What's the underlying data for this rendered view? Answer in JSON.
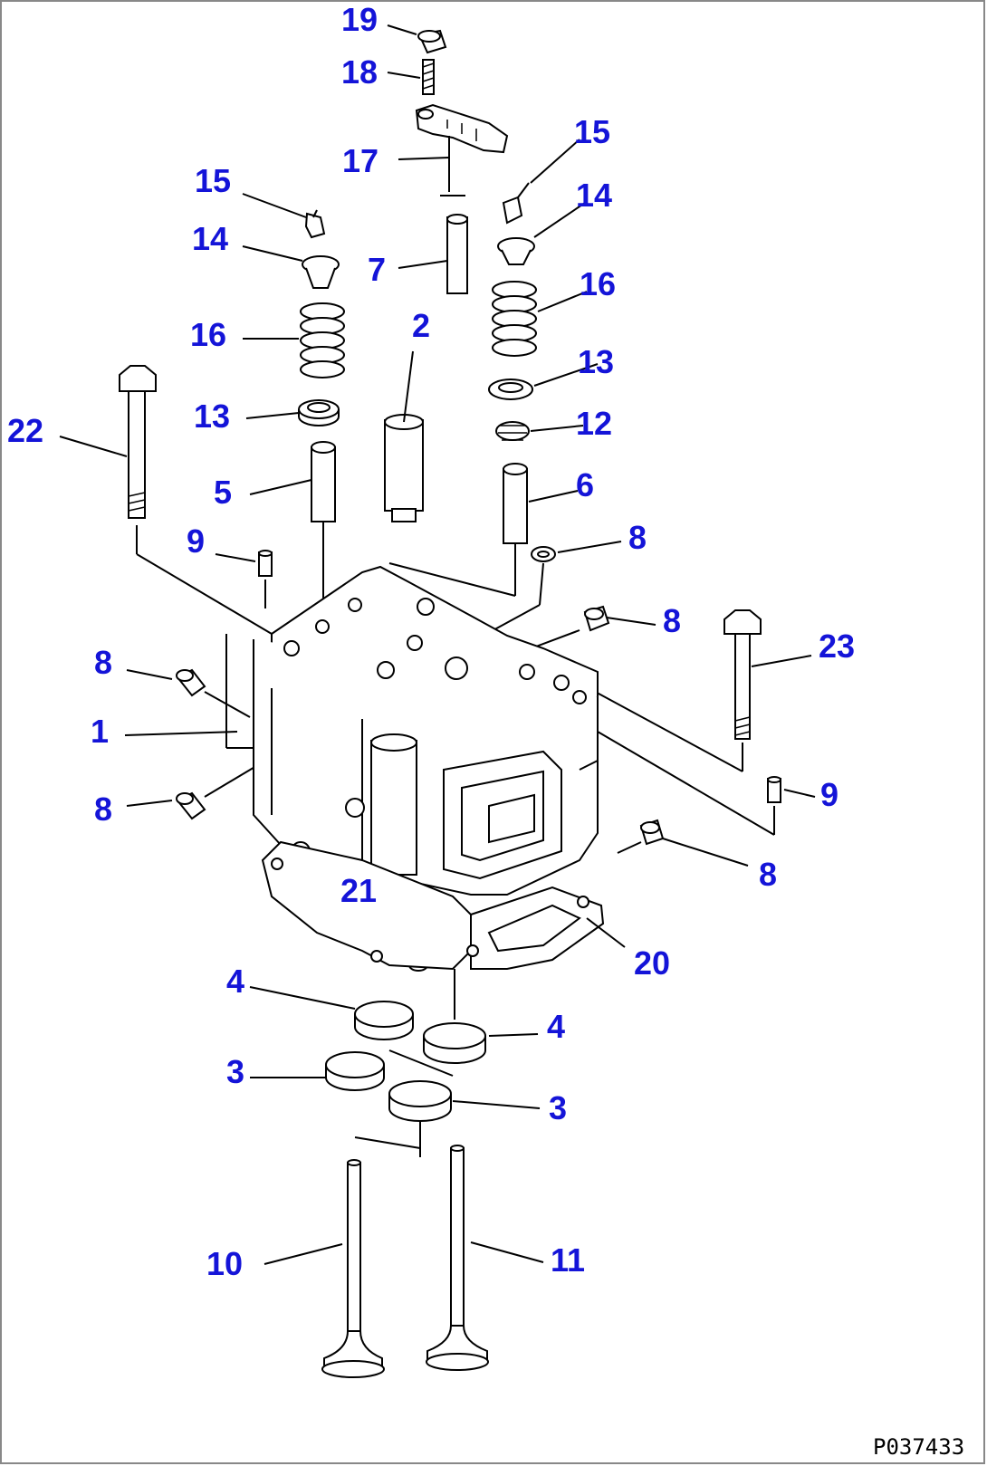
{
  "figure_ref": "P037433",
  "callouts": {
    "c19": "19",
    "c18": "18",
    "c17": "17",
    "c15_left": "15",
    "c15_right": "15",
    "c14_left": "14",
    "c14_right": "14",
    "c16_left": "16",
    "c16_right": "16",
    "c13_left": "13",
    "c13_right": "13",
    "c12": "12",
    "c7": "7",
    "c2": "2",
    "c22": "22",
    "c5": "5",
    "c6": "6",
    "c9_left": "9",
    "c9_right": "9",
    "c8_top": "8",
    "c8_upper_right": "8",
    "c8_left_upper": "8",
    "c8_left_lower": "8",
    "c8_lower_right": "8",
    "c1": "1",
    "c23": "23",
    "c21": "21",
    "c20": "20",
    "c4_left": "4",
    "c4_right": "4",
    "c3_left": "3",
    "c3_right": "3",
    "c10": "10",
    "c11": "11"
  }
}
